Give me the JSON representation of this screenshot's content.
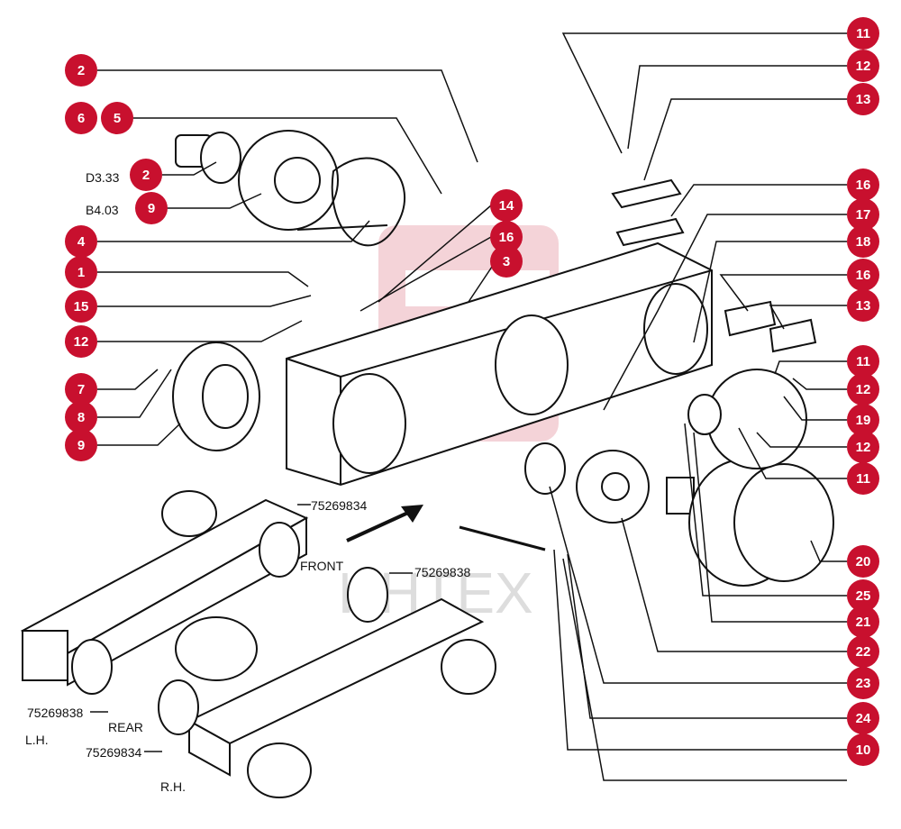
{
  "accent_color": "#c8102e",
  "watermark_text": "ИНТЕХ",
  "callouts_left": [
    "2",
    "6",
    "5",
    "2",
    "9",
    "4",
    "14",
    "16",
    "3",
    "1",
    "15",
    "12",
    "7",
    "8",
    "9"
  ],
  "callouts_right": [
    "11",
    "12",
    "13",
    "16",
    "17",
    "18",
    "16",
    "13",
    "11",
    "12",
    "19",
    "12",
    "11",
    "20",
    "25",
    "21",
    "22",
    "23",
    "24",
    "10"
  ],
  "partial_codes": [
    "D3.33",
    "B4.03"
  ],
  "labels": {
    "front": "FRONT",
    "rear": "REAR",
    "lh": "L.H.",
    "rh": "R.H.",
    "part_a": "75269834",
    "part_b": "75269838",
    "part_c": "75269838",
    "part_d": "75269834"
  }
}
